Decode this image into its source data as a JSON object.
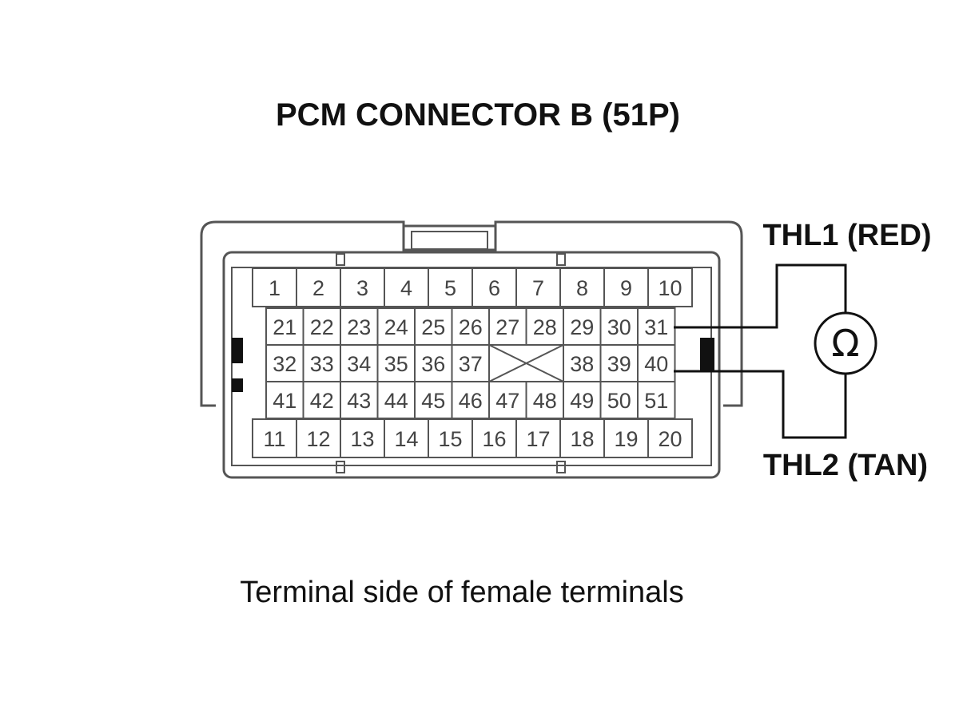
{
  "title": "PCM CONNECTOR B (51P)",
  "caption": "Terminal side of female terminals",
  "meter": {
    "symbol": "Ω"
  },
  "probes": {
    "top": "THL1 (RED)",
    "bottom": "THL2 (TAN)"
  },
  "connector": {
    "rows": [
      [
        "1",
        "2",
        "3",
        "4",
        "5",
        "6",
        "7",
        "8",
        "9",
        "10"
      ],
      [
        "21",
        "22",
        "23",
        "24",
        "25",
        "26",
        "27",
        "28",
        "29",
        "30",
        "31"
      ],
      [
        "32",
        "33",
        "34",
        "35",
        "36",
        "37",
        "",
        "",
        "38",
        "39",
        "40"
      ],
      [
        "41",
        "42",
        "43",
        "44",
        "45",
        "46",
        "47",
        "48",
        "49",
        "50",
        "51"
      ],
      [
        "11",
        "12",
        "13",
        "14",
        "15",
        "16",
        "17",
        "18",
        "19",
        "20"
      ]
    ]
  }
}
